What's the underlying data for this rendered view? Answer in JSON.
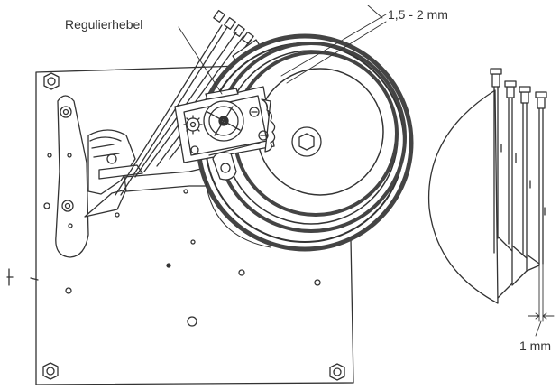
{
  "labels": {
    "regulating_lever": "Regulierhebel",
    "bell_gap": "1,5 - 2 mm",
    "rod_spacing": "1 mm"
  },
  "colors": {
    "line": "#333333",
    "background": "#ffffff"
  }
}
